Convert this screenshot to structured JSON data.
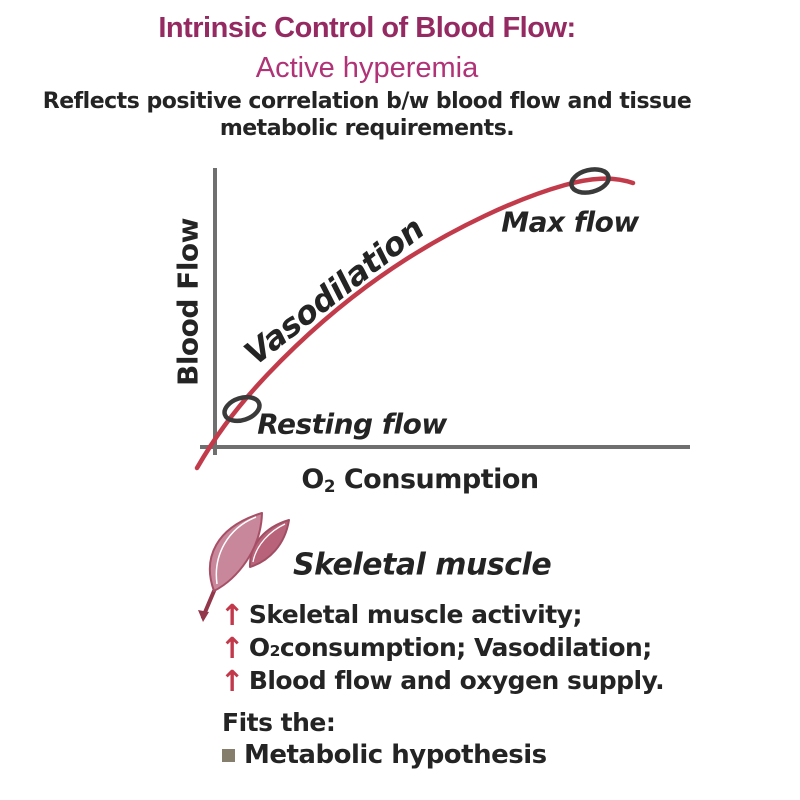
{
  "header": {
    "title": "Intrinsic Control of Blood Flow:",
    "subtitle": "Active hyperemia"
  },
  "description": {
    "line1": "Reflects positive correlation b/w blood flow and tissue",
    "line2": "metabolic requirements."
  },
  "chart": {
    "type": "line",
    "y_axis_label": "Blood Flow",
    "x_axis_label": {
      "pre": "O",
      "sub": "2",
      "post": " Consumption"
    },
    "curve_label": "Vasodilation",
    "annotations": {
      "max_point": "Max flow",
      "resting_point": "Resting flow"
    }
  },
  "muscle_label": "Skeletal muscle",
  "effects": {
    "arrow_icon": "↑",
    "items": [
      {
        "pre": "Skeletal muscle activity;",
        "sub": "",
        "post": ""
      },
      {
        "pre": "O",
        "sub": "2",
        "post": " consumption; Vasodilation;"
      },
      {
        "pre": "Blood flow and oxygen supply.",
        "sub": "",
        "post": ""
      }
    ]
  },
  "conclusion": {
    "heading": "Fits the:",
    "bullet_text": "Metabolic hypothesis"
  },
  "colors": {
    "title": "#942A61",
    "subtitle": "#B03377",
    "curve_red": "#C23B4B",
    "axis_gray": "#6F6F6F",
    "marker_dark": "#3A3A3A",
    "arrow_red": "#C2394B",
    "bullet_olive": "#857E6D",
    "text": "#242424",
    "muscle_light": "#C8879B",
    "muscle_dark": "#B9637A"
  }
}
